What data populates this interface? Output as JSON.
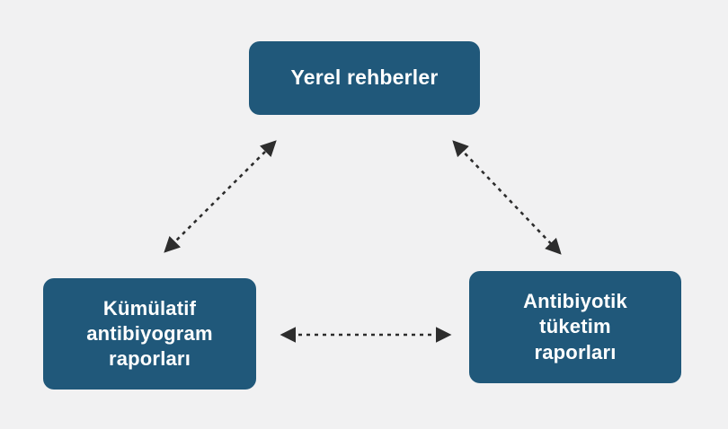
{
  "diagram": {
    "title": "",
    "background_color": "#f1f1f2",
    "node_color": "#20587a",
    "node_text_color": "#ffffff",
    "edge_color": "#2d2d2d",
    "nodes": [
      {
        "id": "yerel-rehberler",
        "label": "Yerel rehberler",
        "position": "top-center"
      },
      {
        "id": "kumulatif-antibiyogram-raporlari",
        "label": "Kümülatif\nantibiyogram\nraporları",
        "position": "bottom-left"
      },
      {
        "id": "antibiyotik-tuketim-raporlari",
        "label": "Antibiyotik\ntüketim\nraporları",
        "position": "bottom-right"
      }
    ],
    "edges": [
      {
        "from": "yerel-rehberler",
        "to": "kumulatif-antibiyogram-raporlari",
        "style": "dashed",
        "arrows": "both"
      },
      {
        "from": "yerel-rehberler",
        "to": "antibiyotik-tuketim-raporlari",
        "style": "dashed",
        "arrows": "both"
      },
      {
        "from": "kumulatif-antibiyogram-raporlari",
        "to": "antibiyotik-tuketim-raporlari",
        "style": "dashed",
        "arrows": "both"
      }
    ]
  }
}
